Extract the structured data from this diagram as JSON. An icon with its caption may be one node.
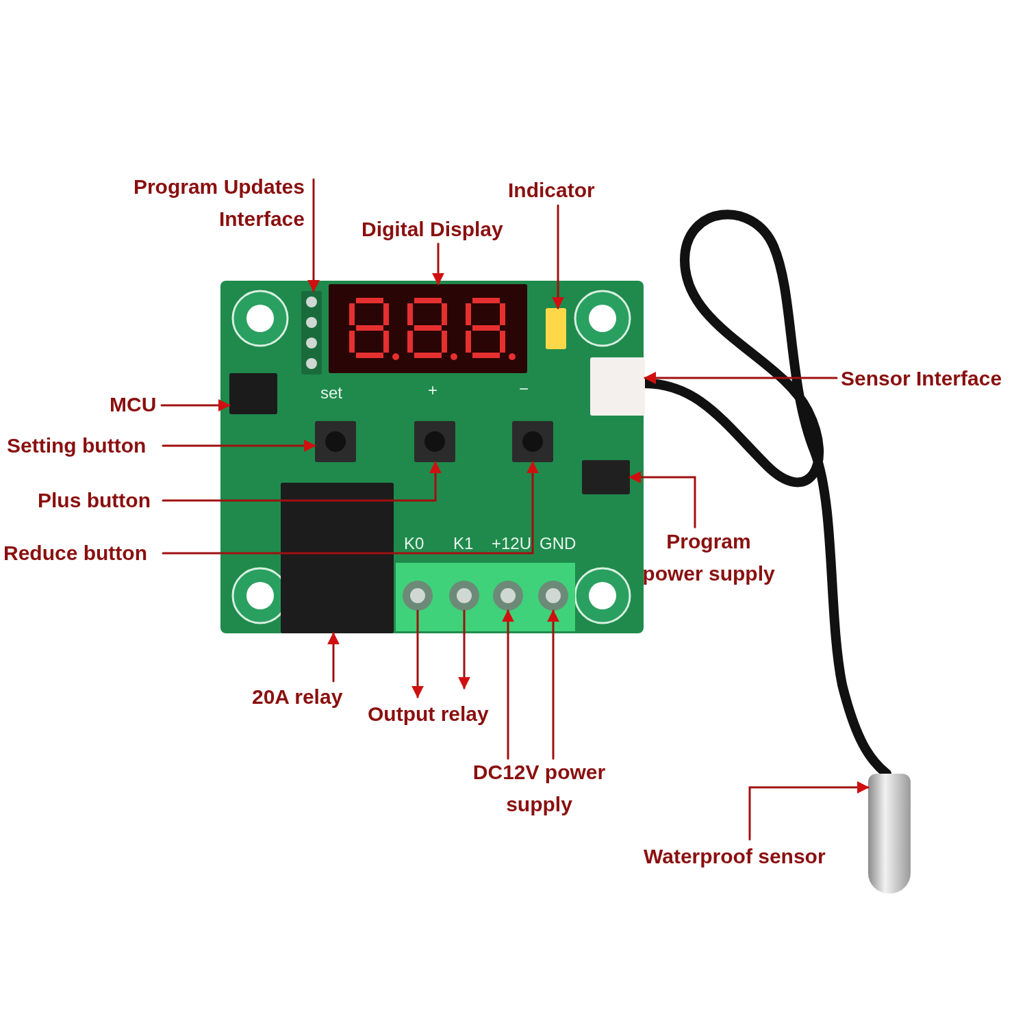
{
  "diagram": {
    "nodes": [
      {
        "text": [
          "Program Updates Interface"
        ]
      },
      {
        "text": [],
        "shape": "box"
      },
      {
        "text": [
          "Digital Display"
        ]
      },
      {
        "text": [],
        "shape": "box"
      },
      {
        "text": [
          "Indicator"
        ]
      },
      {
        "text": [],
        "shape": "box"
      },
      {
        "text": [
          "Sensor Interface"
        ]
      },
      {
        "text": [],
        "shape": "box"
      },
      {
        "text": [
          "MCU"
        ]
      },
      {
        "text": [],
        "shape": "box"
      },
      {
        "text": [
          "Setting button"
        ]
      },
      {
        "text": [],
        "shape": "box"
      },
      {
        "text": [
          "Plus button"
        ]
      },
      {
        "text": [],
        "shape": "box"
      },
      {
        "text": [
          "Reduce button"
        ]
      },
      {
        "text": [],
        "shape": "box"
      },
      {
        "text": [
          "Program power supply"
        ]
      },
      {
        "text": [],
        "shape": "box"
      },
      {
        "text": [
          "20A relay"
        ]
      },
      {
        "text": [],
        "shape": "box"
      },
      {
        "text": [
          "Output relay"
        ]
      },
      {
        "text": [],
        "shape": "circle"
      },
      {
        "text": [],
        "shape": "circle"
      },
      {
        "text": [
          "DC12V power supply"
        ]
      },
      {
        "text": [],
        "shape": "circle"
      },
      {
        "text": [],
        "shape": "circle"
      },
      {
        "text": [
          "Waterproof sensor"
        ]
      },
      {
        "text": [],
        "shape": "cylinder"
      }
    ],
    "edges": [
      {
        "from": 0,
        "to": 1,
        "arrow": "to"
      },
      {
        "from": 2,
        "to": 3,
        "arrow": "to"
      },
      {
        "from": 4,
        "to": 5,
        "arrow": "to"
      },
      {
        "from": 6,
        "to": 7,
        "arrow": "to"
      },
      {
        "from": 8,
        "to": 9,
        "arrow": "to"
      },
      {
        "from": 10,
        "to": 11,
        "arrow": "to"
      },
      {
        "from": 12,
        "to": 13,
        "arrow": "to"
      },
      {
        "from": 14,
        "to": 15,
        "arrow": "to"
      },
      {
        "from": 16,
        "to": 17,
        "arrow": "to"
      },
      {
        "from": 18,
        "to": 19,
        "arrow": "to"
      },
      {
        "from": 21,
        "to": 20,
        "arrow": "to"
      },
      {
        "from": 22,
        "to": 20,
        "arrow": "to"
      },
      {
        "from": 23,
        "to": 24,
        "arrow": "to"
      },
      {
        "from": 23,
        "to": 25,
        "arrow": "to"
      },
      {
        "from": 26,
        "to": 27,
        "arrow": "to"
      },
      {
        "from": 7,
        "to": 27,
        "arrow": "none",
        "style": "thick",
        "color": "#111111"
      }
    ],
    "labels": [
      "set",
      "+",
      "−",
      "K0",
      "K1",
      "+12U",
      "GND"
    ]
  }
}
